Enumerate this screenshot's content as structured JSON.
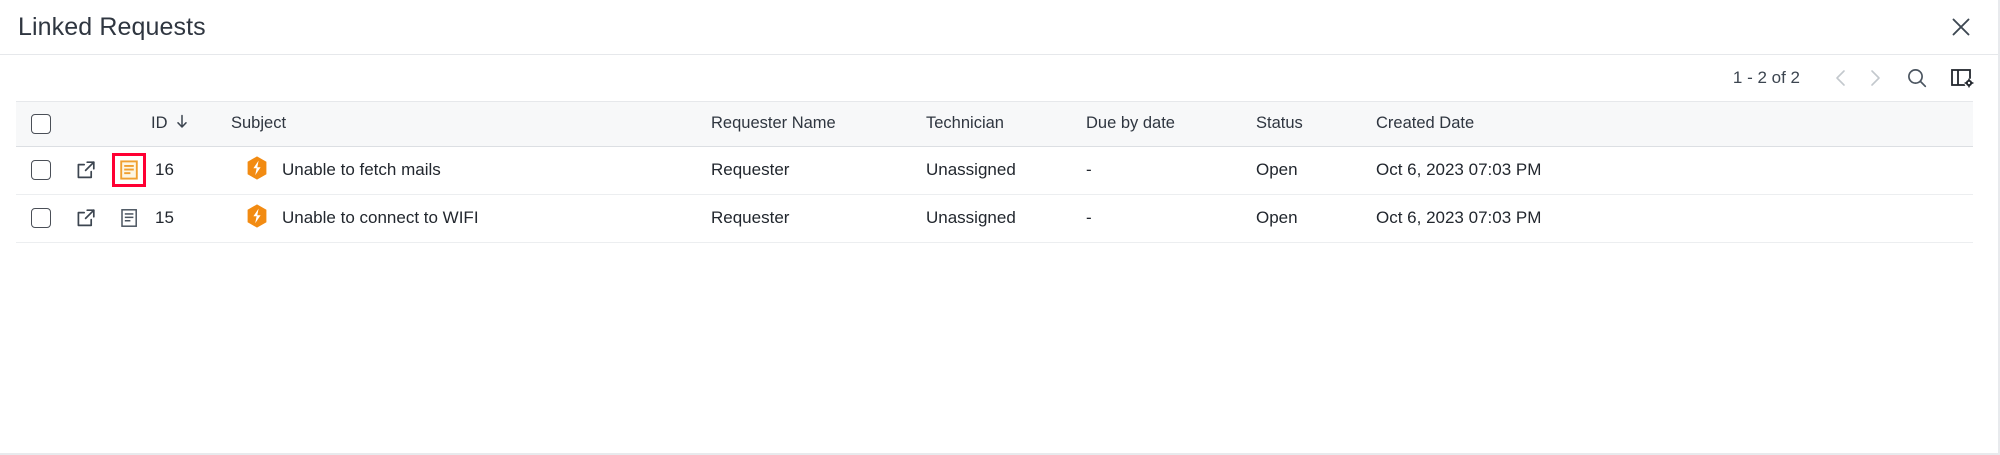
{
  "window": {
    "title": "Linked Requests",
    "close_icon": "close-icon"
  },
  "toolbar": {
    "page_count": "1 - 2 of 2",
    "prev_icon": "chevron-left-icon",
    "next_icon": "chevron-right-icon",
    "search_icon": "search-icon",
    "column_settings_icon": "column-settings-icon",
    "prev_enabled": false,
    "next_enabled": false
  },
  "table": {
    "columns": [
      {
        "key": "select",
        "label": ""
      },
      {
        "key": "open",
        "label": ""
      },
      {
        "key": "notes",
        "label": ""
      },
      {
        "key": "id",
        "label": "ID",
        "sort": "desc",
        "sort_glyph": "↓"
      },
      {
        "key": "subject",
        "label": "Subject"
      },
      {
        "key": "requester",
        "label": "Requester Name"
      },
      {
        "key": "technician",
        "label": "Technician"
      },
      {
        "key": "due",
        "label": "Due by date"
      },
      {
        "key": "status",
        "label": "Status"
      },
      {
        "key": "created",
        "label": "Created Date"
      }
    ],
    "rows": [
      {
        "id": "16",
        "subject": "Unable to fetch mails",
        "type_icon": "incident-hexagon-icon",
        "open_icon": "external-link-icon",
        "notes_icon": "notes-icon",
        "notes_highlighted": true,
        "requester": "Requester",
        "technician": "Unassigned",
        "due": "-",
        "status": "Open",
        "created": "Oct 6, 2023 07:03 PM"
      },
      {
        "id": "15",
        "subject": "Unable to connect to WIFI",
        "type_icon": "incident-hexagon-icon",
        "open_icon": "external-link-icon",
        "notes_icon": "notes-icon",
        "notes_highlighted": false,
        "requester": "Requester",
        "technician": "Unassigned",
        "due": "-",
        "status": "Open",
        "created": "Oct 6, 2023 07:03 PM"
      }
    ]
  },
  "colors": {
    "accent_orange": "#f28b12",
    "highlight_red": "#ff0033",
    "header_bg": "#f7f8f9",
    "text": "#22272e"
  }
}
